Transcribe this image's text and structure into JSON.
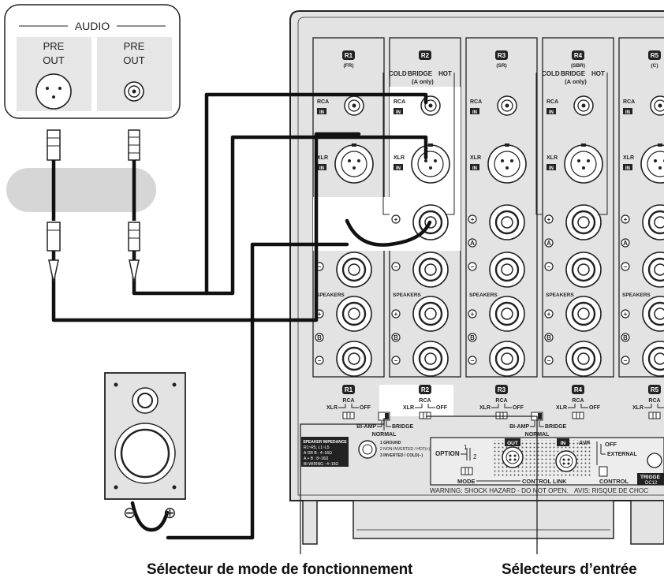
{
  "source_box": {
    "group_label": "AUDIO",
    "left_jack": {
      "line1": "PRE",
      "line2": "OUT"
    },
    "right_jack": {
      "line1": "PRE",
      "line2": "OUT"
    }
  },
  "channels": [
    {
      "id": "R1",
      "sub": "(FR)"
    },
    {
      "id": "R2",
      "sub": ""
    },
    {
      "id": "R3",
      "sub": "(SR)"
    },
    {
      "id": "R4",
      "sub": "(SBR)"
    },
    {
      "id": "R5",
      "sub": "(C)"
    }
  ],
  "bridge_header": {
    "cold": "COLD",
    "bridge": "BRIDGE",
    "hot": "HOT",
    "note": "(A only)"
  },
  "panel_labels": {
    "rca": "RCA",
    "in": "IN",
    "xlr": "XLR",
    "speakers": "SPEAKERS",
    "plus": "+",
    "minus": "−",
    "a": "A",
    "b": "B",
    "selector_rca": "RCA",
    "selector_xlr": "XLR",
    "selector_off": "OFF",
    "bi_amp": "BI-AMP",
    "bridge": "BRIDGE",
    "normal": "NORMAL"
  },
  "impedance_box": {
    "title": "SPEAKER IMPEDANCE",
    "line1": "R1~R5, L1~L5",
    "line2": "A OR B  : 4~16Ω",
    "line3": "A + B   : 8~16Ω",
    "line4": "BI-WIRING : 4~16Ω"
  },
  "xlr_pinout": {
    "p1": "1 GROUND",
    "p2": "2 NON-INVERTED / HOT(+)",
    "p3": "3 INVERTED / COLD(−)"
  },
  "bottom_panel": {
    "option": "OPTION",
    "opt1": "1",
    "opt2": "2",
    "mode": "MODE",
    "control_link": "CONTROL LINK",
    "out": "OUT",
    "in": "IN",
    "avp": "AVP",
    "off": "OFF",
    "external": "EXTERNAL",
    "control": "CONTROL",
    "trigger": "TRIGGE",
    "trigger_sub": "DC12",
    "warning": "WARNING: SHOCK HAZARD - DO NOT OPEN.",
    "avis": "AVIS: RISQUE DE CHOC"
  },
  "speaker_terminals": {
    "minus": "⊖",
    "plus": "⊕"
  },
  "captions": {
    "mode_selector": "Sélecteur de mode de fonctionnement",
    "input_selectors": "Sélecteurs d’entrée"
  }
}
